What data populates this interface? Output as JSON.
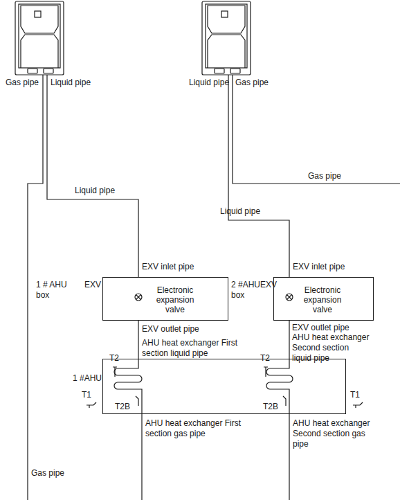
{
  "diagram": {
    "nodes": [
      {
        "text": [
          "Electronic expansion valve"
        ]
      },
      {
        "text": [
          "Electronic expansion valve"
        ]
      },
      {
        "text": [
          "1 #AHU"
        ]
      }
    ],
    "edges": [
      {
        "from": 0,
        "to": 2,
        "arrow": "none"
      },
      {
        "from": 1,
        "to": 2,
        "arrow": "none"
      }
    ],
    "labels": [
      "Gas pipe",
      "Liquid pipe",
      "Liquid pipe",
      "Gas pipe",
      "Gas pipe",
      "Liquid pipe",
      "Liquid pipe",
      "EXV inlet pipe",
      "EXV inlet pipe",
      "1 # AHU box",
      "EXV",
      "2 #AHU box",
      "EXV",
      "EXV outlet pipe",
      "EXV outlet pipe",
      "AHU heat exchanger First section liquid pipe",
      "AHU heat exchanger Second section liquid pipe",
      "T2",
      "T2",
      "T1",
      "T1",
      "T2B",
      "T2B",
      "AHU heat exchanger First section gas pipe",
      "AHU heat exchanger Second section gas pipe",
      "Gas pipe"
    ]
  }
}
